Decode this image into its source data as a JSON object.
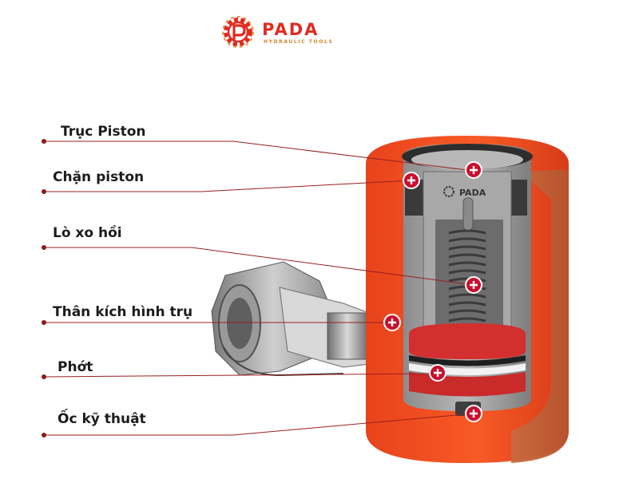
{
  "logo": {
    "brand": "PADA",
    "tagline": "HYDRAULIC TOOLS",
    "icon": "gear-p-logo-icon"
  },
  "inner_logo": "PADA",
  "labels": [
    "Trục Piston",
    "Chặn piston",
    "Lò xo hồi",
    "Thân kích hình trụ",
    "Phớt",
    "Ốc kỹ thuật"
  ],
  "colors": {
    "brand_red": "#e02b1f",
    "body_red": "#f04a1f",
    "leader_line": "#9a1f1f",
    "marker": "#c8102e"
  }
}
